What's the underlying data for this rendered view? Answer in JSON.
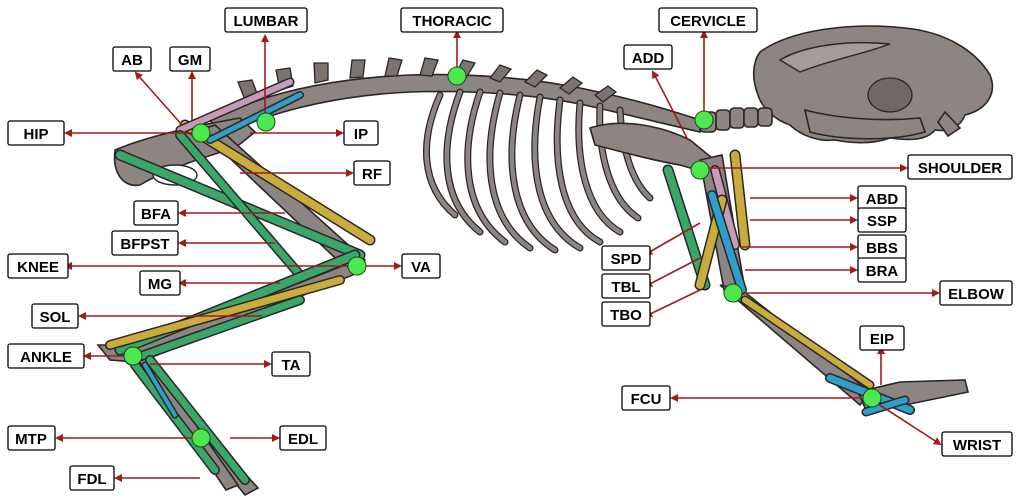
{
  "colors": {
    "arrow": "#a01c1c",
    "joint": "#4de84d",
    "bone": "#8c8582",
    "muscle_green": "#3aa66a",
    "muscle_yellow": "#c9ac3c",
    "muscle_blue": "#2f9fc9",
    "muscle_pink": "#c79bb8"
  },
  "labels": {
    "lumbar": "LUMBAR",
    "thoracic": "THORACIC",
    "cervicle": "CERVICLE",
    "ab": "AB",
    "gm": "GM",
    "add": "ADD",
    "hip": "HIP",
    "ip": "IP",
    "rf": "RF",
    "shoulder": "SHOULDER",
    "bfa": "BFA",
    "abd": "ABD",
    "ssp": "SSP",
    "bfpst": "BFPST",
    "bbs": "BBS",
    "spd": "SPD",
    "knee": "KNEE",
    "va": "VA",
    "bra": "BRA",
    "mg": "MG",
    "tbl": "TBL",
    "elbow": "ELBOW",
    "sol": "SOL",
    "tbo": "TBO",
    "eip": "EIP",
    "ankle": "ANKLE",
    "ta": "TA",
    "fcu": "FCU",
    "mtp": "MTP",
    "edl": "EDL",
    "wrist": "WRIST",
    "fdl": "FDL"
  }
}
